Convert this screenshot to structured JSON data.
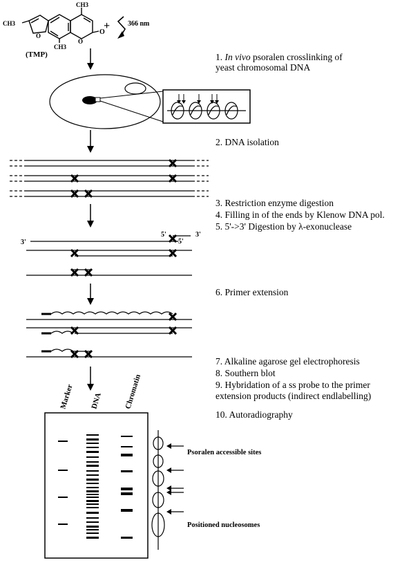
{
  "chemistry": {
    "methyl_left": "CH3",
    "methyl_top": "CH3",
    "methyl_bottom": "CH3",
    "carbonyl_o": "O",
    "ring_o": "O",
    "ring_o2": "O",
    "compound": "(TMP)",
    "plus": "+",
    "wavelength": "366 nm"
  },
  "steps": [
    {
      "num": "1.",
      "italic": "In vivo",
      "text": " psoralen crosslinking of",
      "line2": "yeast chromosomal DNA"
    },
    {
      "text": "2. DNA isolation"
    },
    {
      "text": "3. Restriction enzyme digestion"
    },
    {
      "text": "4. Filling in of the ends by Klenow DNA pol."
    },
    {
      "text": "5. 5'->3' Digestion by λ-exonuclease"
    },
    {
      "text": "6. Primer extension"
    },
    {
      "text": "7. Alkaline agarose gel electrophoresis"
    },
    {
      "text": "8. Southern blot"
    },
    {
      "text": "9. Hybridation of a ss probe to the primer"
    },
    {
      "text": "extension products (indirect endlabelling)"
    },
    {
      "text": "10. Autoradiography"
    }
  ],
  "strand_labels": {
    "three_prime_left": "3'",
    "five_prime_a": "5'",
    "three_prime_right": "3'",
    "five_prime_b": "5'"
  },
  "gel": {
    "lanes": [
      "Marker",
      "DNA",
      "Chromatin"
    ],
    "annotations": {
      "accessible": "Psoralen accessible sites",
      "nucleosomes": "Positioned nucleosomes"
    }
  },
  "colors": {
    "ink": "#000000",
    "background": "#ffffff",
    "nucleus": "#000000"
  }
}
